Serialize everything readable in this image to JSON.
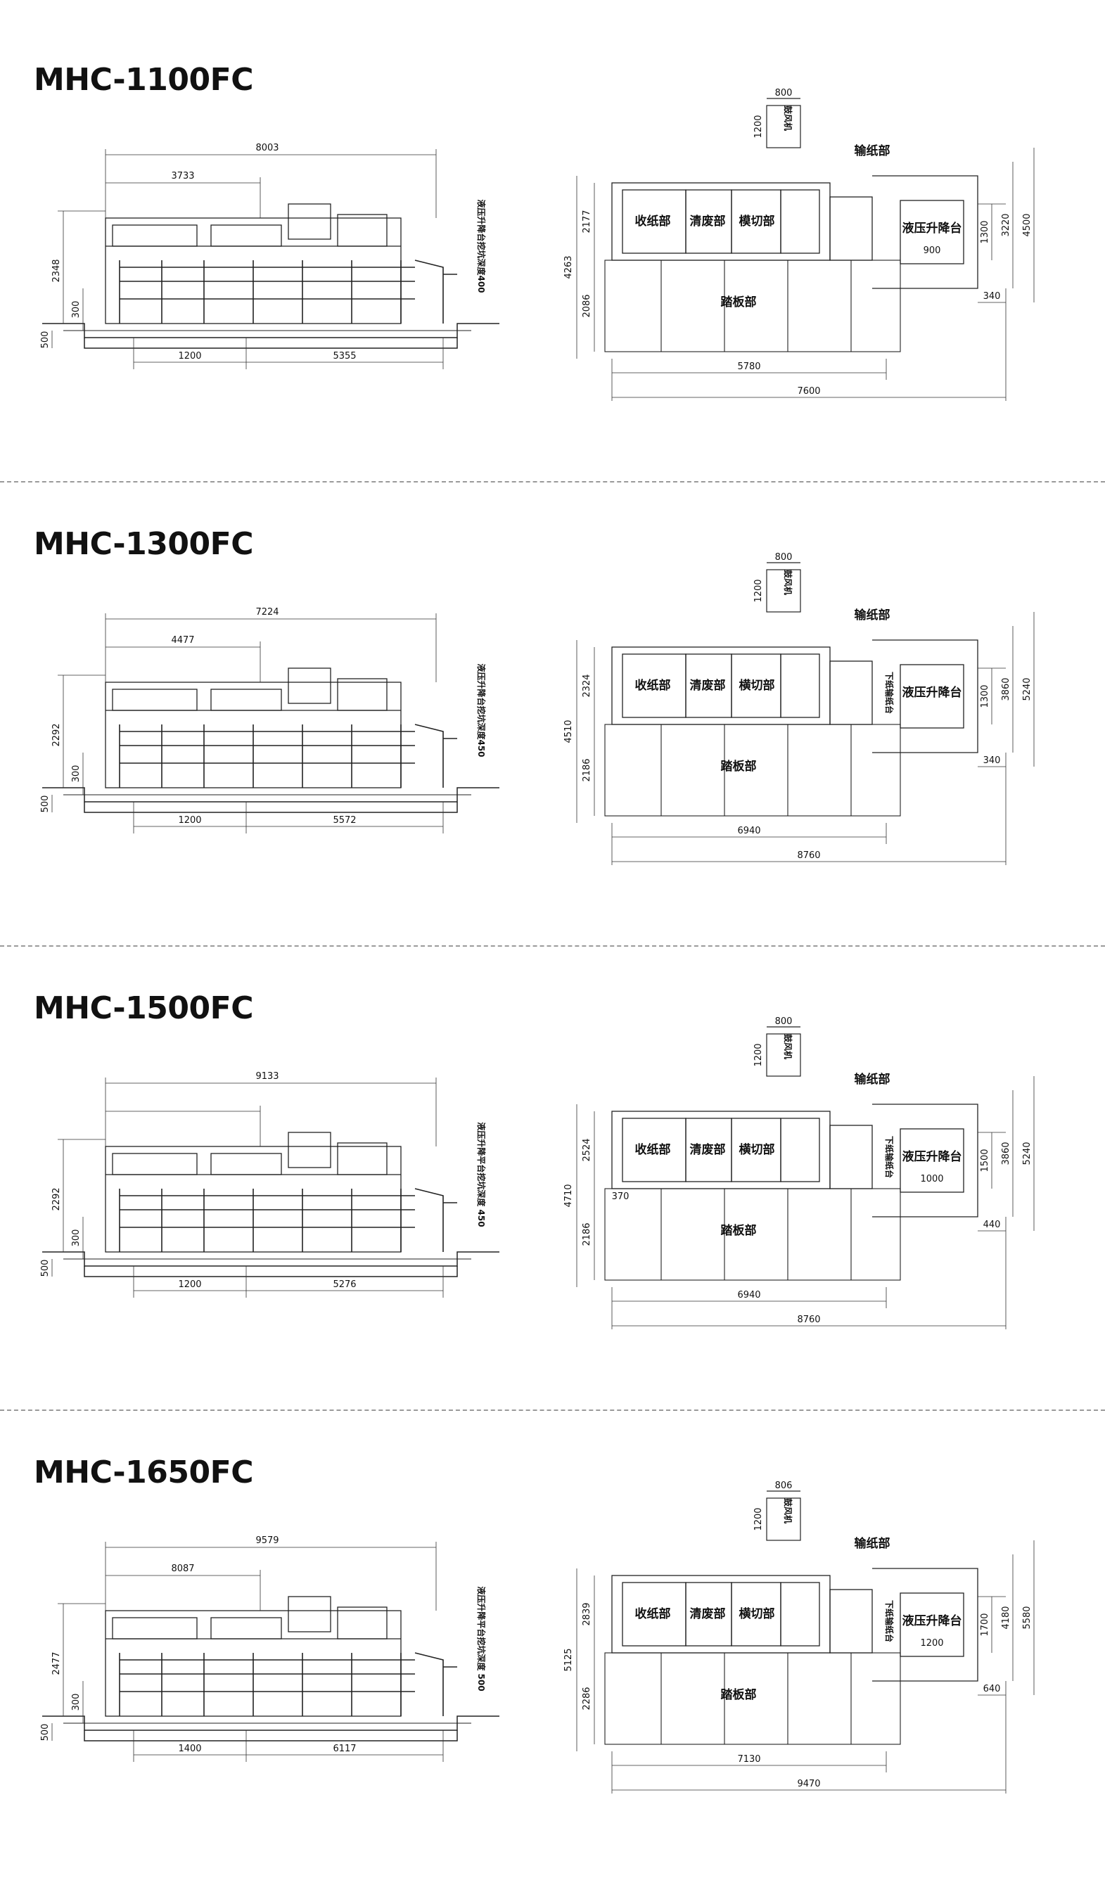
{
  "sections": [
    {
      "title": "MHC-1100FC",
      "side": {
        "total_length": "8003",
        "top_length": "3733",
        "height": "2348",
        "pit_depth": "300",
        "base": "500",
        "gap": "1200",
        "run": "5355",
        "pit_note": "液压升降台挖坑深度400"
      },
      "plan": {
        "fan_width": "800",
        "fan_depth": "1200",
        "fan_label": "鼓风机",
        "feeder_label": "输纸部",
        "delivery_label": "收纸部",
        "stripping_label": "清废部",
        "diecut_label": "模切部",
        "pedal_label": "踏板部",
        "lift_label": "液压升降台",
        "total_height": "4263",
        "upper_height": "2177",
        "lower_height": "2086",
        "lift_w": "900",
        "lift_a": "1300",
        "lift_b": "3220",
        "lift_c": "4500",
        "offset": "340",
        "inner_len": "5780",
        "total_len": "7600"
      }
    },
    {
      "title": "MHC-1300FC",
      "side": {
        "total_length": "7224",
        "top_length": "4477",
        "height": "2292",
        "pit_depth": "300",
        "base": "500",
        "gap": "1200",
        "run": "5572",
        "pit_note": "液压升降台挖坑深度450"
      },
      "plan": {
        "fan_width": "800",
        "fan_depth": "1200",
        "fan_label": "鼓风机",
        "feeder_label": "输纸部",
        "delivery_label": "收纸部",
        "stripping_label": "清废部",
        "diecut_label": "横切部",
        "pedal_label": "踏板部",
        "lift_label": "液压升降台",
        "feed_table_label": "下纸输纸台",
        "total_height": "4510",
        "upper_height": "2324",
        "lower_height": "2186",
        "lift_w": "",
        "lift_a": "1300",
        "lift_b": "3860",
        "lift_c": "5240",
        "offset": "340",
        "inner_len": "6940",
        "total_len": "8760"
      }
    },
    {
      "title": "MHC-1500FC",
      "side": {
        "total_length": "9133",
        "top_length": "",
        "height": "2292",
        "pit_depth": "300",
        "base": "500",
        "gap": "1200",
        "run": "5276",
        "pit_note": "液压升降平台挖坑深度 450"
      },
      "plan": {
        "fan_width": "800",
        "fan_depth": "1200",
        "fan_label": "鼓风机",
        "feeder_label": "输纸部",
        "delivery_label": "收纸部",
        "stripping_label": "清废部",
        "diecut_label": "横切部",
        "pedal_label": "踏板部",
        "lift_label": "液压升降台",
        "feed_table_label": "下纸输纸台",
        "total_height": "4710",
        "upper_height": "2524",
        "lower_height": "2186",
        "small_mark": "370",
        "lift_w": "1000",
        "lift_a": "1500",
        "lift_b": "3860",
        "lift_c": "5240",
        "offset": "440",
        "inner_len": "6940",
        "total_len": "8760"
      }
    },
    {
      "title": "MHC-1650FC",
      "side": {
        "total_length": "9579",
        "top_length": "8087",
        "height": "2477",
        "pit_depth": "300",
        "base": "500",
        "gap": "1400",
        "run": "6117",
        "pit_note": "液压升降平台挖坑深度 500"
      },
      "plan": {
        "fan_width": "806",
        "fan_depth": "1200",
        "fan_label": "鼓风机",
        "feeder_label": "输纸部",
        "delivery_label": "收纸部",
        "stripping_label": "清废部",
        "diecut_label": "横切部",
        "pedal_label": "踏板部",
        "lift_label": "液压升降台",
        "feed_table_label": "下纸输纸台",
        "total_height": "5125",
        "upper_height": "2839",
        "lower_height": "2286",
        "lift_w": "1200",
        "lift_a": "1700",
        "lift_b": "4180",
        "lift_c": "5580",
        "offset": "640",
        "inner_len": "7130",
        "total_len": "9470"
      }
    }
  ]
}
